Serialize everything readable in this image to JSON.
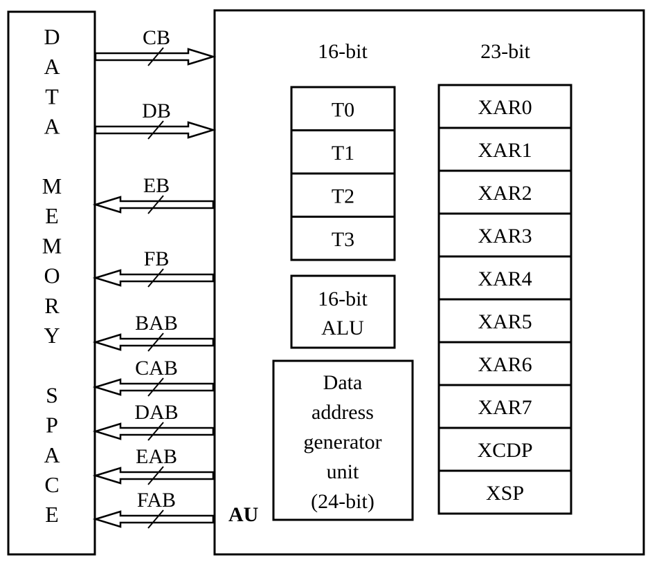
{
  "memory": {
    "lines": [
      "D",
      "A",
      "T",
      "A",
      "",
      "M",
      "E",
      "M",
      "O",
      "R",
      "Y",
      "",
      "S",
      "P",
      "A",
      "C",
      "E"
    ]
  },
  "buses": [
    {
      "label": "CB",
      "direction": "in"
    },
    {
      "label": "DB",
      "direction": "in"
    },
    {
      "label": "EB",
      "direction": "out"
    },
    {
      "label": "FB",
      "direction": "out"
    },
    {
      "label": "BAB",
      "direction": "out"
    },
    {
      "label": "CAB",
      "direction": "out"
    },
    {
      "label": "DAB",
      "direction": "out"
    },
    {
      "label": "EAB",
      "direction": "out"
    },
    {
      "label": "FAB",
      "direction": "out"
    }
  ],
  "au": {
    "label": "AU",
    "heading_16": "16-bit",
    "heading_23": "23-bit",
    "temp_registers": [
      "T0",
      "T1",
      "T2",
      "T3"
    ],
    "alu": [
      "16-bit",
      "ALU"
    ],
    "dagen": [
      "Data",
      "address",
      "generator",
      "unit",
      "(24-bit)"
    ],
    "address_registers": [
      "XAR0",
      "XAR1",
      "XAR2",
      "XAR3",
      "XAR4",
      "XAR5",
      "XAR6",
      "XAR7",
      "XCDP",
      "XSP"
    ]
  }
}
